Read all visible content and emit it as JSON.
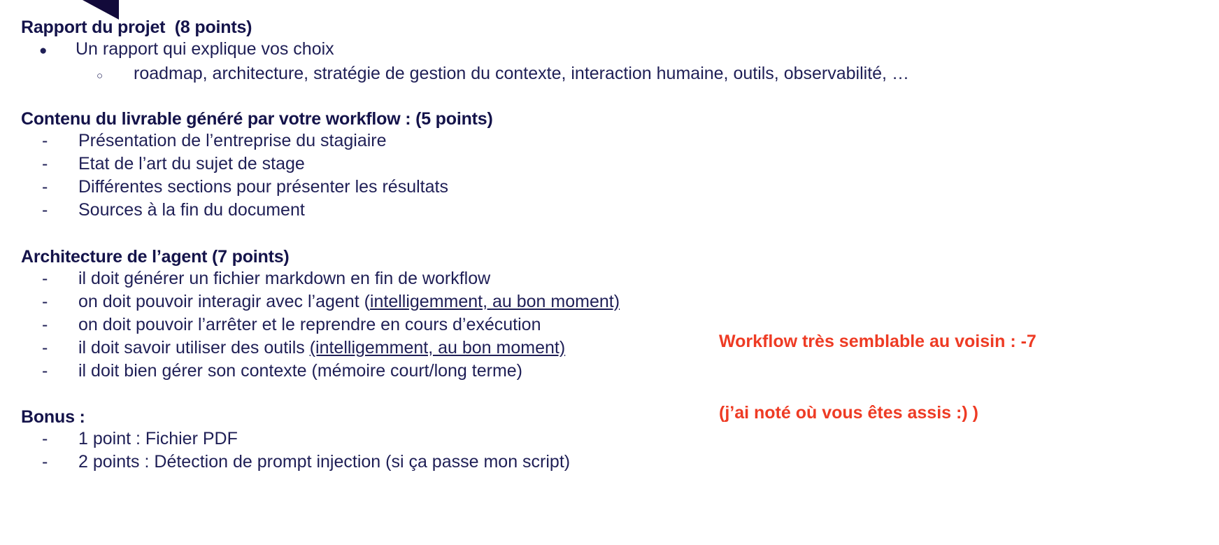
{
  "slide": {
    "background_color": "#ffffff",
    "text_color": "#14134a",
    "accent_color": "#ee3b24",
    "decoration_color": "#120a3a",
    "sections": [
      {
        "id": "rapport",
        "heading": "Rapport du projet  (8 points)",
        "items": [
          {
            "marker": "●",
            "text": "Un rapport qui explique vos choix",
            "level": 1
          },
          {
            "marker": "○",
            "text": "roadmap, architecture, stratégie de gestion du contexte, interaction humaine, outils, observabilité, …",
            "level": 2
          }
        ]
      },
      {
        "id": "contenu",
        "heading": "Contenu du livrable généré par votre workflow : (5 points)",
        "items": [
          {
            "marker": "-",
            "text": "Présentation de l’entreprise du stagiaire",
            "level": 1
          },
          {
            "marker": "-",
            "text": "Etat de l’art du sujet de stage",
            "level": 1
          },
          {
            "marker": "-",
            "text": "Différentes sections pour présenter les résultats",
            "level": 1
          },
          {
            "marker": "-",
            "text": "Sources à la fin du document",
            "level": 1
          }
        ]
      },
      {
        "id": "architecture",
        "heading": "Architecture de l’agent (7 points)",
        "items": [
          {
            "marker": "-",
            "text": "il doit générer un fichier markdown en fin de workflow",
            "level": 1
          },
          {
            "marker": "-",
            "text": "on doit pouvoir interagir avec l’agent (",
            "underlined": "intelligemment, au bon moment)",
            "tail": "",
            "level": 1
          },
          {
            "marker": "-",
            "text": "on doit pouvoir l’arrêter et le reprendre en cours d’exécution",
            "level": 1
          },
          {
            "marker": "-",
            "text": "il doit savoir utiliser des outils ",
            "underlined": "(intelligemment, au bon moment)",
            "tail": "",
            "level": 1
          },
          {
            "marker": "-",
            "text": "il doit bien gérer son contexte (mémoire court/long terme)",
            "level": 1
          }
        ]
      },
      {
        "id": "bonus",
        "heading": "Bonus :",
        "items": [
          {
            "marker": "-",
            "text": "1 point : Fichier PDF",
            "level": 1
          },
          {
            "marker": "-",
            "text": "2 points : Détection de prompt injection (si ça passe mon script)",
            "level": 1
          }
        ]
      }
    ],
    "annotation": {
      "line1": "Workflow très semblable au voisin : -7",
      "line2": "(j’ai noté où vous êtes assis :) )"
    }
  }
}
